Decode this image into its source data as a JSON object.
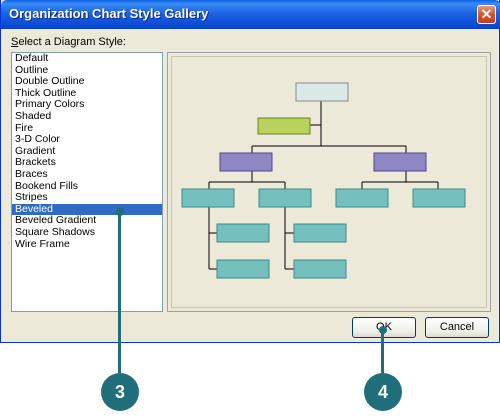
{
  "window": {
    "title": "Organization Chart Style Gallery",
    "close_symbol": "✕"
  },
  "label_prefix": "S",
  "label_rest": "elect a Diagram Style:",
  "styles": [
    "Default",
    "Outline",
    "Double Outline",
    "Thick Outline",
    "Primary Colors",
    "Shaded",
    "Fire",
    "3-D Color",
    "Gradient",
    "Brackets",
    "Braces",
    "Bookend Fills",
    "Stripes",
    "Beveled",
    "Beveled Gradient",
    "Square Shadows",
    "Wire Frame"
  ],
  "selected_style": "Beveled",
  "buttons": {
    "ok": "OK",
    "cancel": "Cancel"
  },
  "callouts": {
    "left": "3",
    "right": "4"
  },
  "colors": {
    "top_box": "#dde8e8",
    "assistant_box": "#b9d35a",
    "manager_box": "#8f86c4",
    "staff_box": "#74c0be",
    "callout": "#1f6e7a"
  }
}
